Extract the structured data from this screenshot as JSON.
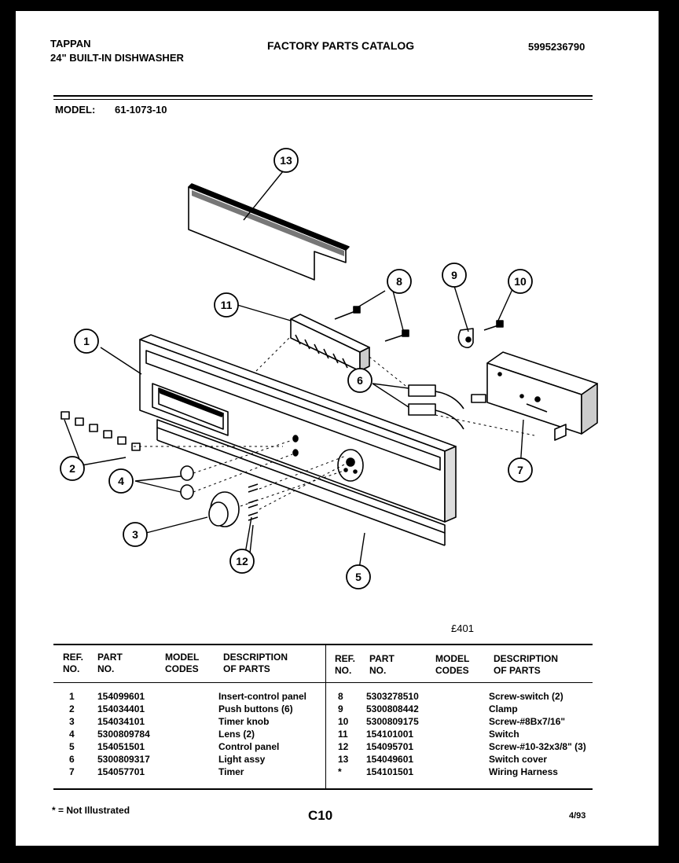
{
  "header": {
    "brand": "TAPPAN",
    "product": "24\" BUILT-IN DISHWASHER",
    "catalog_title": "FACTORY PARTS CATALOG",
    "catalog_number": "5995236790",
    "model_label": "MODEL:",
    "model_number": "61-1073-10"
  },
  "diagram": {
    "figure_code": "£401",
    "callouts": [
      "1",
      "2",
      "3",
      "4",
      "5",
      "6",
      "7",
      "8",
      "9",
      "10",
      "11",
      "12",
      "13"
    ]
  },
  "parts_table": {
    "headers": {
      "ref": "REF.",
      "no": "NO.",
      "part": "PART",
      "part_no": "NO.",
      "model": "MODEL",
      "codes": "CODES",
      "desc": "DESCRIPTION",
      "of_parts": "OF PARTS"
    },
    "left": [
      {
        "ref": "1",
        "part": "154099601",
        "codes": "",
        "desc": "Insert-control panel"
      },
      {
        "ref": "2",
        "part": "154034401",
        "codes": "",
        "desc": "Push buttons (6)"
      },
      {
        "ref": "3",
        "part": "154034101",
        "codes": "",
        "desc": "Timer knob"
      },
      {
        "ref": "4",
        "part": "5300809784",
        "codes": "",
        "desc": "Lens (2)"
      },
      {
        "ref": "5",
        "part": "154051501",
        "codes": "",
        "desc": "Control panel"
      },
      {
        "ref": "6",
        "part": "5300809317",
        "codes": "",
        "desc": "Light assy"
      },
      {
        "ref": "7",
        "part": "154057701",
        "codes": "",
        "desc": "Timer"
      }
    ],
    "right": [
      {
        "ref": "8",
        "part": "5303278510",
        "codes": "",
        "desc": "Screw-switch (2)"
      },
      {
        "ref": "9",
        "part": "5300808442",
        "codes": "",
        "desc": "Clamp"
      },
      {
        "ref": "10",
        "part": "5300809175",
        "codes": "",
        "desc": "Screw-#8Bx7/16\""
      },
      {
        "ref": "11",
        "part": "154101001",
        "codes": "",
        "desc": "Switch"
      },
      {
        "ref": "12",
        "part": "154095701",
        "codes": "",
        "desc": "Screw-#10-32x3/8\" (3)"
      },
      {
        "ref": "13",
        "part": "154049601",
        "codes": "",
        "desc": "Switch cover"
      },
      {
        "ref": "*",
        "part": "154101501",
        "codes": "",
        "desc": "Wiring Harness"
      }
    ]
  },
  "footer": {
    "note": "* = Not Illustrated",
    "page": "C10",
    "date": "4/93"
  }
}
